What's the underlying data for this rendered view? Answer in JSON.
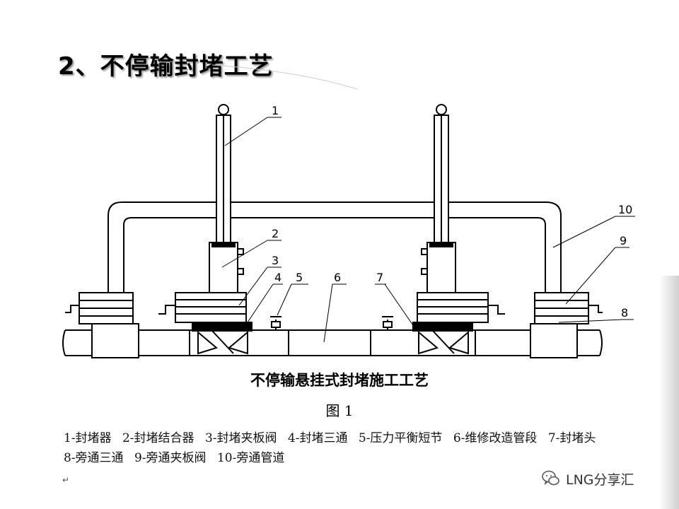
{
  "title": "2、不停输封堵工艺",
  "diagram": {
    "part_numbers": [
      "1",
      "2",
      "3",
      "4",
      "5",
      "6",
      "7",
      "10",
      "9",
      "8"
    ]
  },
  "caption": "不停输悬挂式封堵施工工艺",
  "figure_label": "图 1",
  "legend": [
    "1-封堵器",
    "2-封堵结合器",
    "3-封堵夹板阀",
    "4-封堵三通",
    "5-压力平衡短节",
    "6-维修改造管段",
    "7-封堵头",
    "8-旁通三通",
    "9-旁通夹板阀",
    "10-旁通管道"
  ],
  "watermark": {
    "text": "LNG分享汇",
    "icon": "wechat-icon"
  }
}
